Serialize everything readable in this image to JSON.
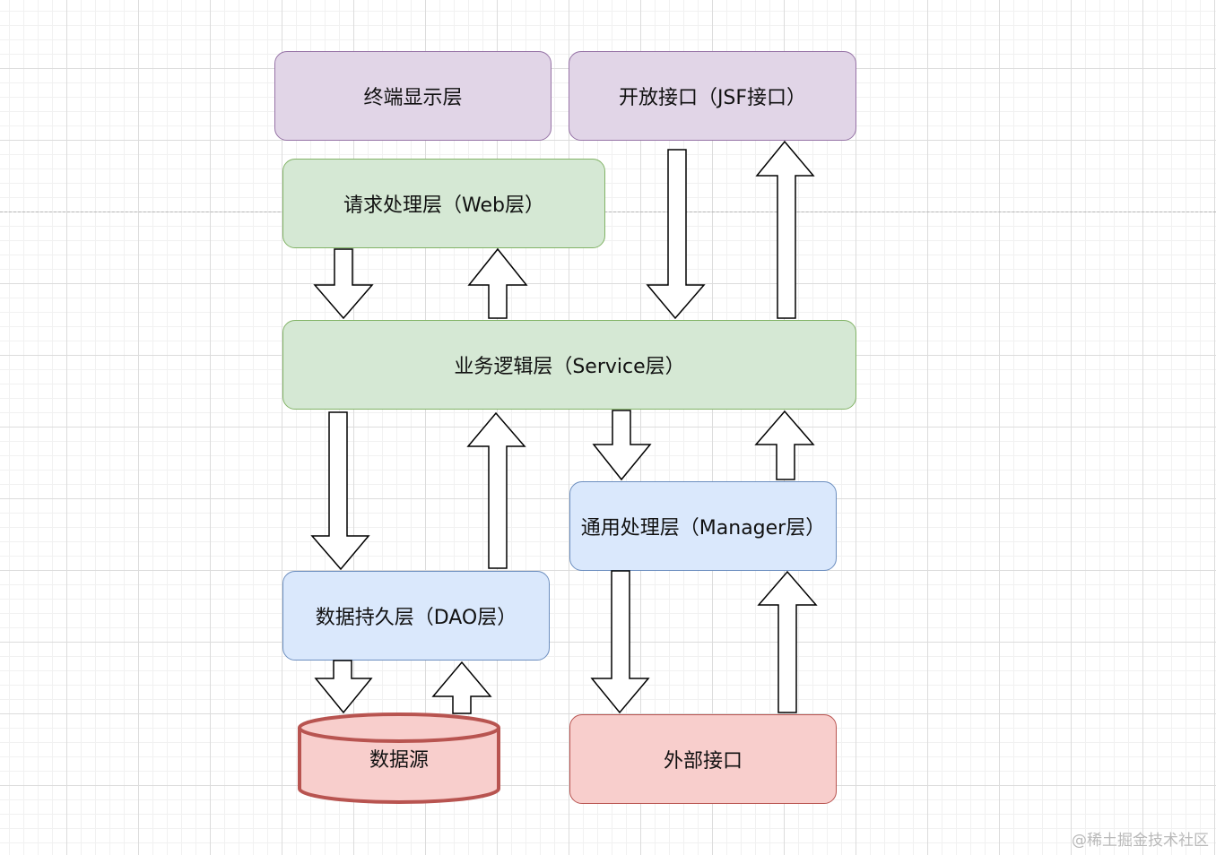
{
  "diagram": {
    "layers": {
      "terminal": "终端显示层",
      "open_api": "开放接口（JSF接口）",
      "web": "请求处理层（Web层）",
      "service": "业务逻辑层（Service层）",
      "manager": "通用处理层（Manager层）",
      "dao": "数据持久层（DAO层）",
      "datasource": "数据源",
      "external": "外部接口"
    },
    "colors": {
      "purple_fill": "#e1d5e7",
      "purple_stroke": "#9673a6",
      "green_fill": "#d5e8d4",
      "green_stroke": "#82b366",
      "blue_fill": "#dae8fc",
      "blue_stroke": "#6c8ebf",
      "red_fill": "#f8cecc",
      "red_stroke": "#b85450"
    },
    "arrows": [
      {
        "id": "web-to-service",
        "direction": "down"
      },
      {
        "id": "service-to-web",
        "direction": "up"
      },
      {
        "id": "openapi-to-service",
        "direction": "down"
      },
      {
        "id": "service-to-openapi",
        "direction": "up"
      },
      {
        "id": "service-to-dao",
        "direction": "down"
      },
      {
        "id": "dao-to-service",
        "direction": "up"
      },
      {
        "id": "service-to-manager",
        "direction": "down"
      },
      {
        "id": "manager-to-service",
        "direction": "up"
      },
      {
        "id": "dao-to-datasource",
        "direction": "down"
      },
      {
        "id": "datasource-to-dao",
        "direction": "up"
      },
      {
        "id": "manager-to-external",
        "direction": "down"
      },
      {
        "id": "external-to-manager",
        "direction": "up"
      }
    ]
  },
  "watermark": "@稀土掘金技术社区"
}
